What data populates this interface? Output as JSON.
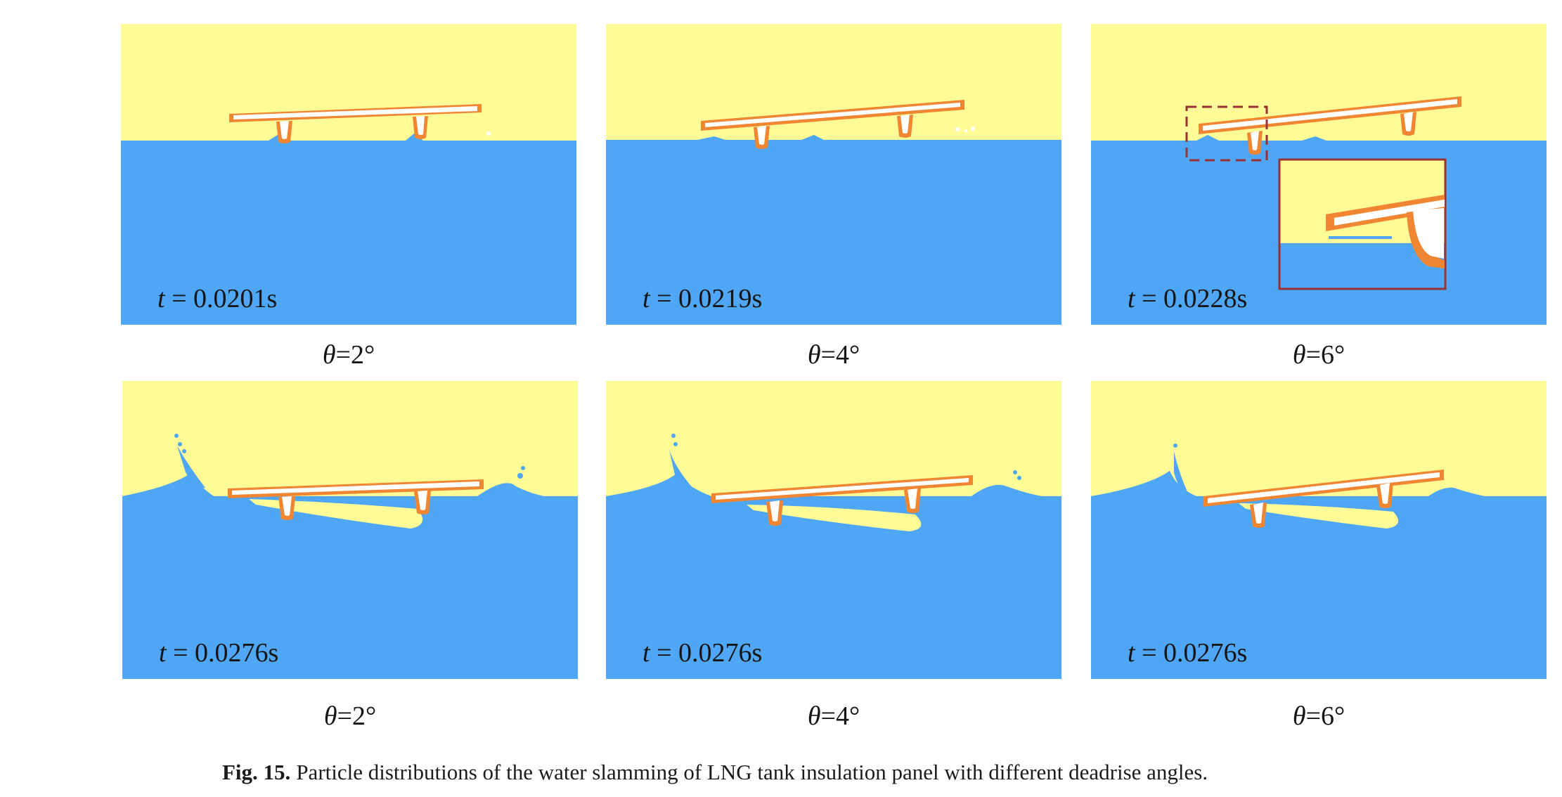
{
  "figure": {
    "panels": [
      {
        "time_symbol": "t",
        "time_value": "= 0.0201s",
        "angle_symbol": "θ",
        "angle_value": "=2°"
      },
      {
        "time_symbol": "t",
        "time_value": "= 0.0219s",
        "angle_symbol": "θ",
        "angle_value": "=4°"
      },
      {
        "time_symbol": "t",
        "time_value": "= 0.0228s",
        "angle_symbol": "θ",
        "angle_value": "=6°"
      },
      {
        "time_symbol": "t",
        "time_value": "= 0.0276s",
        "angle_symbol": "θ",
        "angle_value": "=2°"
      },
      {
        "time_symbol": "t",
        "time_value": "= 0.0276s",
        "angle_symbol": "θ",
        "angle_value": "=4°"
      },
      {
        "time_symbol": "t",
        "time_value": "= 0.0276s",
        "angle_symbol": "θ",
        "angle_value": "=6°"
      }
    ],
    "caption_label": "Fig. 15.",
    "caption_text": "Particle distributions of the water slamming of LNG tank insulation panel with different deadrise angles.",
    "colors": {
      "air": "#FFFB96",
      "water": "#4EA6F5",
      "panel_frame": "#F08532",
      "panel_core": "#FFFFFF",
      "inset_frame": "#963232"
    }
  }
}
